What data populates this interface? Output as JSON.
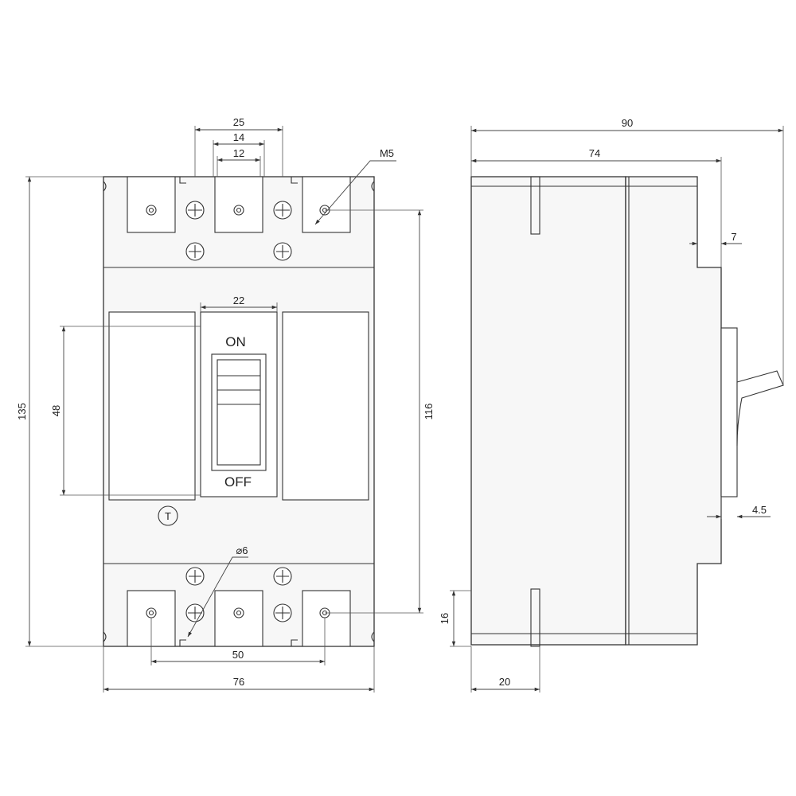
{
  "colors": {
    "line": "#333333",
    "body_fill": "#f7f7f7",
    "background": "#ffffff"
  },
  "front_view": {
    "switch_on_label": "ON",
    "switch_off_label": "OFF",
    "trip_label": "T",
    "dimensions": {
      "top_screw_pitch": "25",
      "terminal_width_outer": "14",
      "terminal_width_inner": "12",
      "screw_size": "M5",
      "handle_width": "22",
      "handle_height": "48",
      "overall_height": "135",
      "terminal_height": "116",
      "hole_diameter": "⌀6",
      "mounting_hole_pitch": "50",
      "overall_width": "76"
    }
  },
  "side_view": {
    "dimensions": {
      "overall_depth": "90",
      "body_depth": "74",
      "cover_step": "7",
      "handle_offset": "4.5",
      "base_height": "16",
      "base_depth": "20"
    }
  }
}
